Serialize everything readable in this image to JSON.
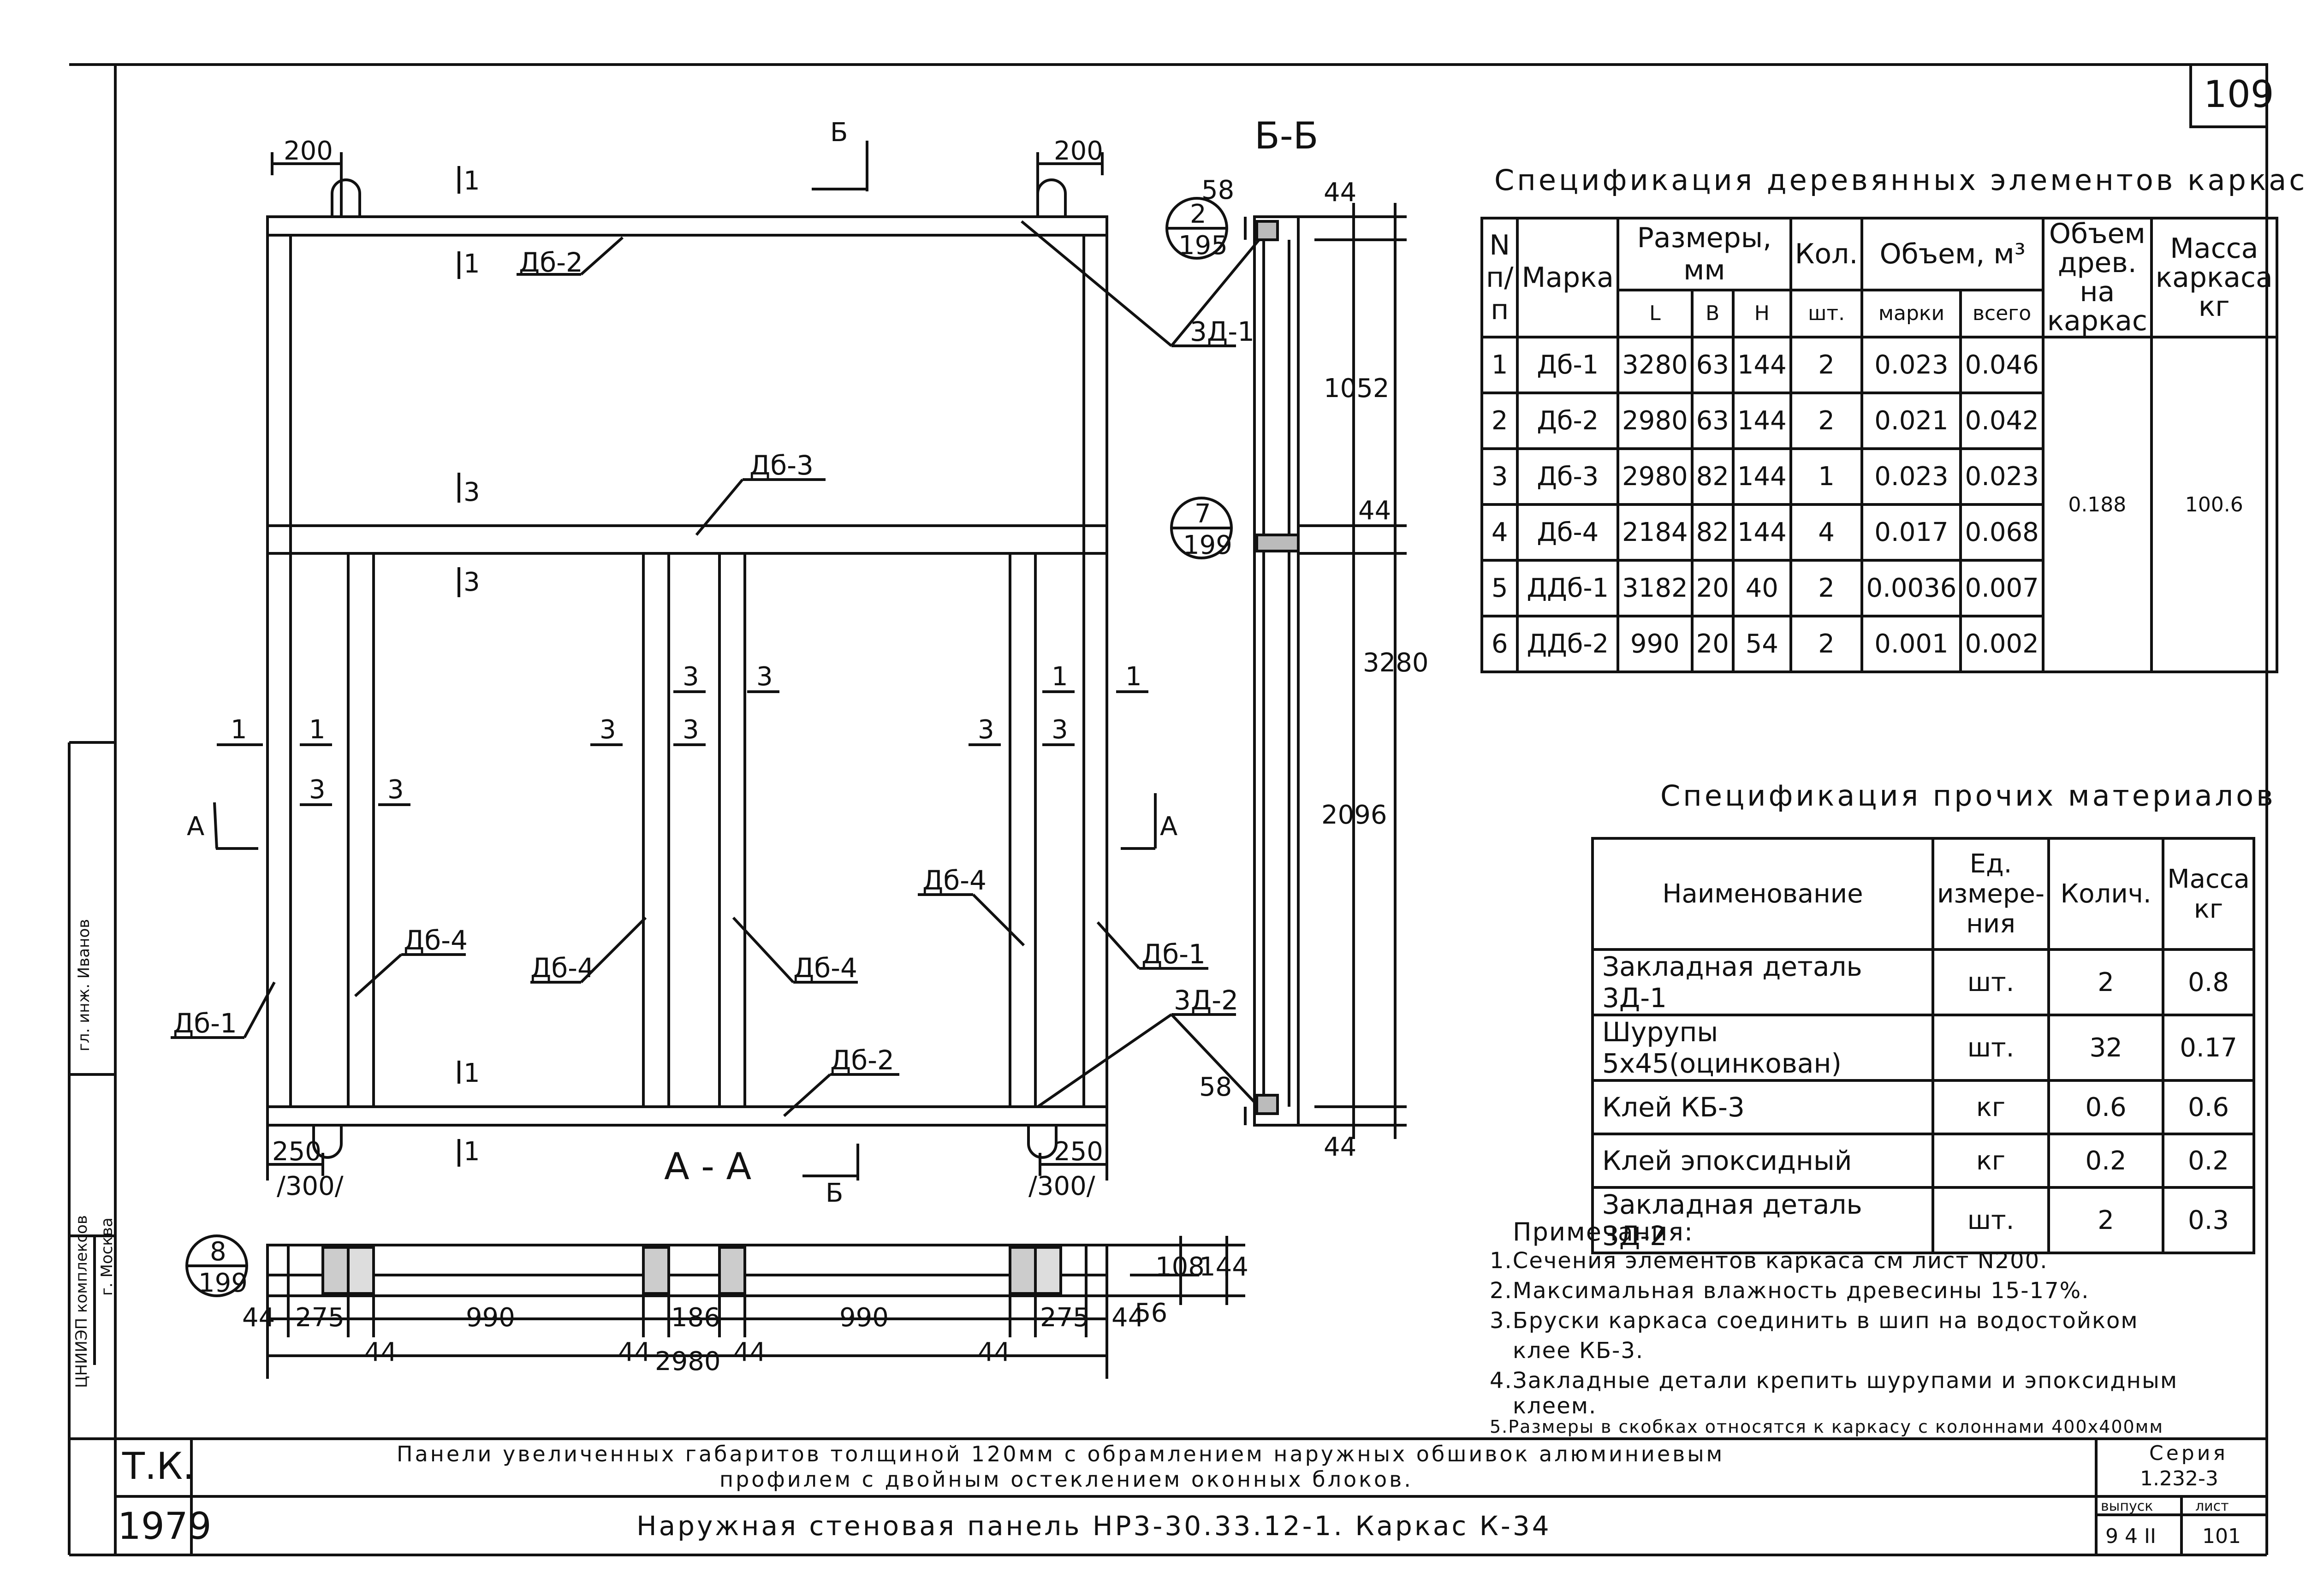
{
  "sheet_number": "109",
  "drawing": {
    "front_view": {
      "dims_top": [
        "200",
        "200"
      ],
      "dims_bottom_left": [
        "250",
        "/300/"
      ],
      "dims_bottom_right": [
        "250",
        "/300/"
      ],
      "section_marks": {
        "top": "Б",
        "bottom": "Б",
        "left": "А",
        "right": "А"
      },
      "member_labels": {
        "db2_top": "Дб-2",
        "db3": "Дб-3",
        "db4_left": "Дб-4",
        "db4_center_left": "Дб-4",
        "db4_center_right": "Дб-4",
        "db4_right": "Дб-4",
        "db1_left": "Дб-1",
        "db1_right": "Дб-1",
        "db2_bottom": "Дб-2",
        "zd1": "3Д-1",
        "zd2": "3Д-2"
      },
      "cut_marks": {
        "one": "1",
        "three": "3"
      },
      "view_label": "А - А"
    },
    "section_bb": {
      "title": "Б-Б",
      "dims": {
        "d58_top": "58",
        "d44_top": "44",
        "d1052": "1052",
        "d44_mid": "44",
        "d3280": "3280",
        "d2096": "2096",
        "d58_bottom": "58",
        "d44_bottom": "44"
      }
    },
    "callouts": [
      {
        "top": "2",
        "bottom": "195"
      },
      {
        "top": "7",
        "bottom": "199"
      },
      {
        "top": "8",
        "bottom": "199"
      }
    ],
    "plan": {
      "dims_row1": [
        "44",
        "275",
        "990",
        "186",
        "990",
        "275",
        "44"
      ],
      "dims_row2": [
        "44",
        "44",
        "44",
        "44"
      ],
      "total": "2980",
      "height_dims": [
        "108",
        "144",
        "56"
      ]
    }
  },
  "wood_spec": {
    "title": "Спецификация деревянных элементов каркаса",
    "headers": {
      "num": "N п/п",
      "mark": "Марка",
      "sizes": "Размеры, мм",
      "qty": "Кол.",
      "volume": "Объем, м³",
      "volume_total": "Объем древ. на каркас",
      "mass": "Масса каркаса кг",
      "L": "L",
      "B": "B",
      "H": "H",
      "unit": "шт.",
      "per_mark": "марки",
      "all": "всего"
    },
    "rows": [
      {
        "n": "1",
        "mark": "Дб-1",
        "l": "3280",
        "b": "63",
        "h": "144",
        "qty": "2",
        "vm": "0.023",
        "vt": "0.046"
      },
      {
        "n": "2",
        "mark": "Дб-2",
        "l": "2980",
        "b": "63",
        "h": "144",
        "qty": "2",
        "vm": "0.021",
        "vt": "0.042"
      },
      {
        "n": "3",
        "mark": "Дб-3",
        "l": "2980",
        "b": "82",
        "h": "144",
        "qty": "1",
        "vm": "0.023",
        "vt": "0.023"
      },
      {
        "n": "4",
        "mark": "Дб-4",
        "l": "2184",
        "b": "82",
        "h": "144",
        "qty": "4",
        "vm": "0.017",
        "vt": "0.068"
      },
      {
        "n": "5",
        "mark": "ДДб-1",
        "l": "3182",
        "b": "20",
        "h": "40",
        "qty": "2",
        "vm": "0.0036",
        "vt": "0.007"
      },
      {
        "n": "6",
        "mark": "ДДб-2",
        "l": "990",
        "b": "20",
        "h": "54",
        "qty": "2",
        "vm": "0.001",
        "vt": "0.002"
      }
    ],
    "total_volume": "0.188",
    "total_mass": "100.6"
  },
  "materials_spec": {
    "title": "Спецификация прочих материалов",
    "headers": {
      "name": "Наименование",
      "unit": "Ед. измере- ния",
      "qty": "Колич.",
      "mass": "Масса кг"
    },
    "rows": [
      {
        "name": "Закладная деталь 3Д-1",
        "unit": "шт.",
        "qty": "2",
        "mass": "0.8"
      },
      {
        "name": "Шурупы 5x45(оцинкован)",
        "unit": "шт.",
        "qty": "32",
        "mass": "0.17"
      },
      {
        "name": "Клей КБ-3",
        "unit": "кг",
        "qty": "0.6",
        "mass": "0.6"
      },
      {
        "name": "Клей эпоксидный",
        "unit": "кг",
        "qty": "0.2",
        "mass": "0.2"
      },
      {
        "name": "Закладная деталь 3Д-2",
        "unit": "шт.",
        "qty": "2",
        "mass": "0.3"
      }
    ]
  },
  "notes": {
    "title": "Примечания:",
    "items": [
      "1.Сечения элементов каркаса см лист N200.",
      "2.Максимальная влажность древесины 15-17%.",
      "3.Бруски каркаса соединить в шип на водостойком",
      "клее КБ-3.",
      "4.Закладные детали крепить шурупами и эпоксидным",
      "клеем.",
      "5.Размеры в скобках относятся к каркасу с колоннами 400x400мм"
    ]
  },
  "title_block": {
    "org": "Т.К.",
    "year": "1979",
    "description_line1": "Панели увеличенных габаритов толщиной 120мм с обрамлением наружных обшивок алюминиевым",
    "description_line2": "профилем с двойным остеклением оконных блоков.",
    "title": "Наружная стеновая панель НР3-30.33.12-1. Каркас К-34",
    "series_label": "Серия",
    "series": "1.232-3",
    "issue_label": "выпуск",
    "issue": "9 4 II",
    "sheet_label": "лист",
    "sheet": "101"
  },
  "side_stamp": {
    "org": "г. Москва",
    "text1": "ЦНИИЭП комплексов",
    "text2": "гл. инж. Иванов"
  }
}
